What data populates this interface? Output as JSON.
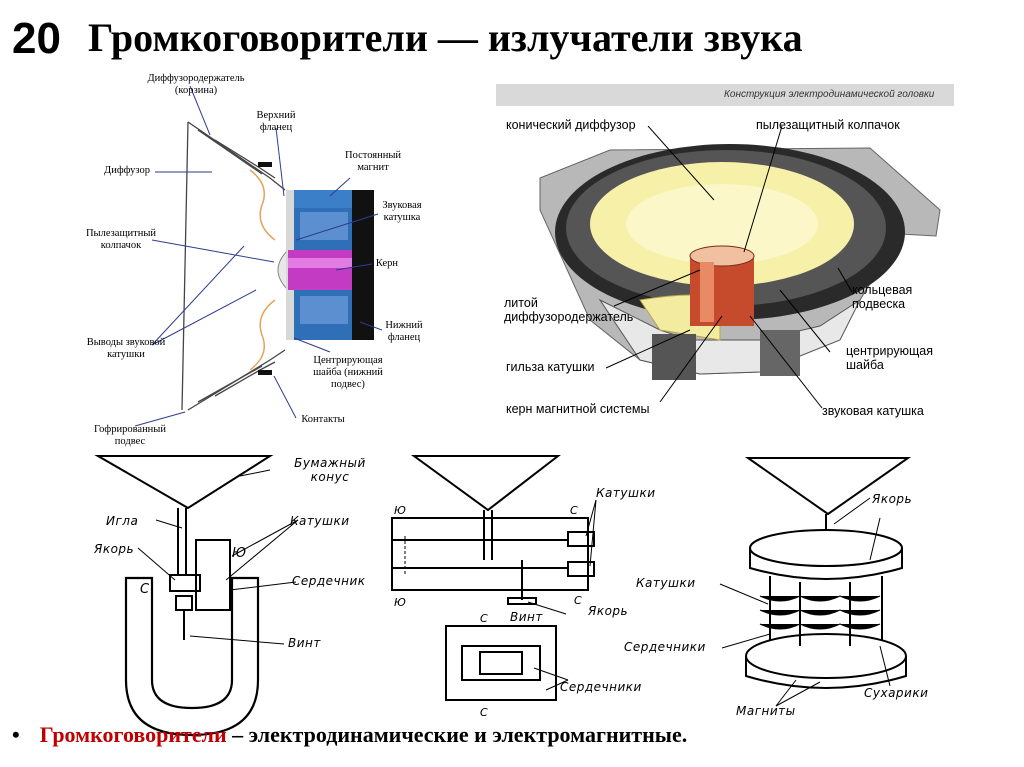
{
  "slide": {
    "number": "20",
    "title": "Громкоговорители — излучатели звука"
  },
  "diagram1": {
    "labels": {
      "basket": "Диффузородержатель (корзина)",
      "upper_flange": "Верхний фланец",
      "magnet": "Постоянный магнит",
      "diffuser": "Диффузор",
      "voice_coil": "Звуковая катушка",
      "dust_cap": "Пылезащитный колпачок",
      "core": "Керн",
      "lower_flange": "Нижний фланец",
      "coil_leads": "Выводы звуковой катушки",
      "spider": "Центрирующая шайба (нижний подвес)",
      "contacts": "Контакты",
      "surround": "Гофрированный подвес"
    }
  },
  "diagram2": {
    "caption": "Конструкция электродинамической головки",
    "labels": {
      "cone": "конический диффузор",
      "dust_cap": "пылезащитный колпачок",
      "cast_basket": "литой диффузородержатель",
      "coil_sleeve": "гильза катушки",
      "core": "керн магнитной системы",
      "surround": "кольцевая подвеска",
      "spider": "центрирующая шайба",
      "voice_coil": "звуковая катушка"
    }
  },
  "diagram3": {
    "labels": {
      "paper_cone": "Бумажный конус",
      "needle": "Игла",
      "armature": "Якорь",
      "coils": "Катушки",
      "core": "Сердечник",
      "screw": "Винт",
      "pole_s": "С",
      "pole_n": "Ю"
    }
  },
  "diagram4": {
    "labels": {
      "coils": "Катушки",
      "screw": "Винт",
      "armature": "Якорь",
      "cores": "Сердечники",
      "pole_n": "Ю",
      "pole_s": "С"
    }
  },
  "diagram5": {
    "labels": {
      "armature": "Якорь",
      "coils": "Катушки",
      "cores": "Сердечники",
      "crackers": "Сухарики",
      "magnets": "Магниты"
    }
  },
  "bottom": {
    "bullet": "•",
    "term": "Громкоговорители",
    "dash": " – ",
    "rest": "электродинамические и электромагнитные."
  },
  "colors": {
    "accent_red": "#c00000",
    "magnet_blue": "#2e6fb8",
    "core_magenta": "#c23bc2",
    "cone_yellow": "#f6f0a8"
  }
}
